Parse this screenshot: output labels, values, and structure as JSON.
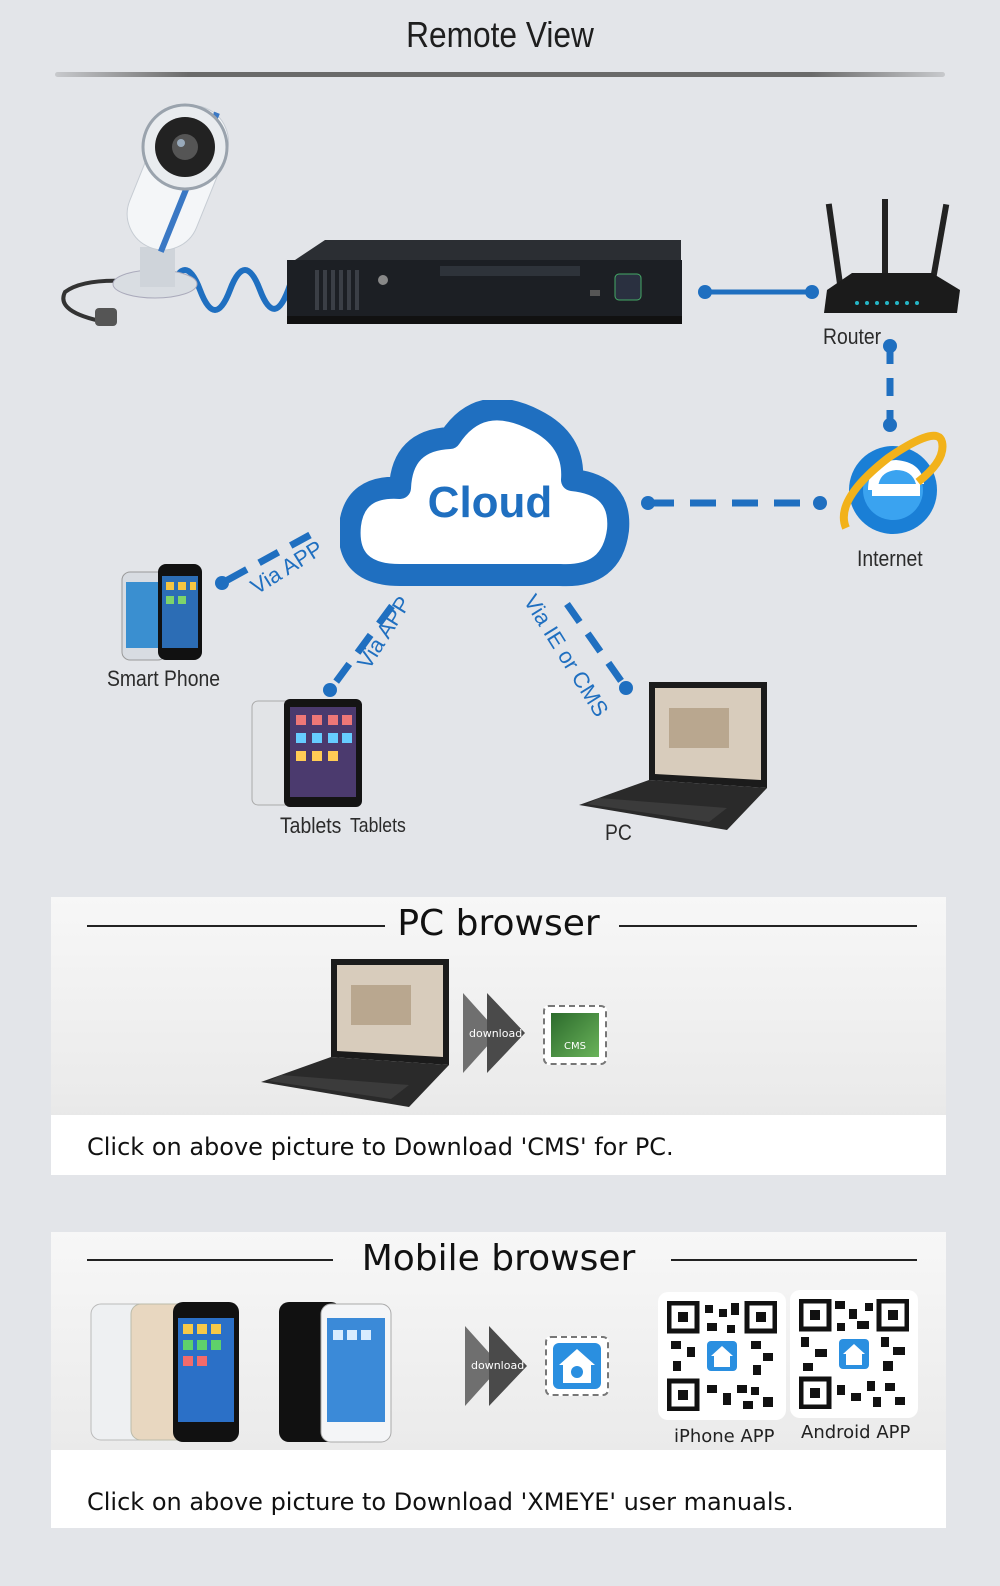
{
  "title": "Remote View",
  "diagram": {
    "router_label": "Router",
    "internet_label": "Internet",
    "cloud_label": "Cloud",
    "smartphone_label": "Smart Phone",
    "tablets_label": "Tablets",
    "tablets_label_2": "Tablets",
    "pc_label": "PC",
    "via_app_phone": "Via APP",
    "via_app_tablet": "Via APP",
    "via_ie_cms": "Via IE or CMS"
  },
  "pc_panel": {
    "title": "PC browser",
    "download_label": "download",
    "icon_label": "CMS",
    "footer": "Click on above picture to Download 'CMS' for PC."
  },
  "mobile_panel": {
    "title": "Mobile browser",
    "download_label": "download",
    "iphone_label": "iPhone APP",
    "android_label": "Android APP",
    "footer": "Click on above picture to Download 'XMEYE' user manuals."
  },
  "colors": {
    "accent": "#1f6fc0",
    "background": "#e3e5e9",
    "panel_footer": "#ffffff"
  }
}
